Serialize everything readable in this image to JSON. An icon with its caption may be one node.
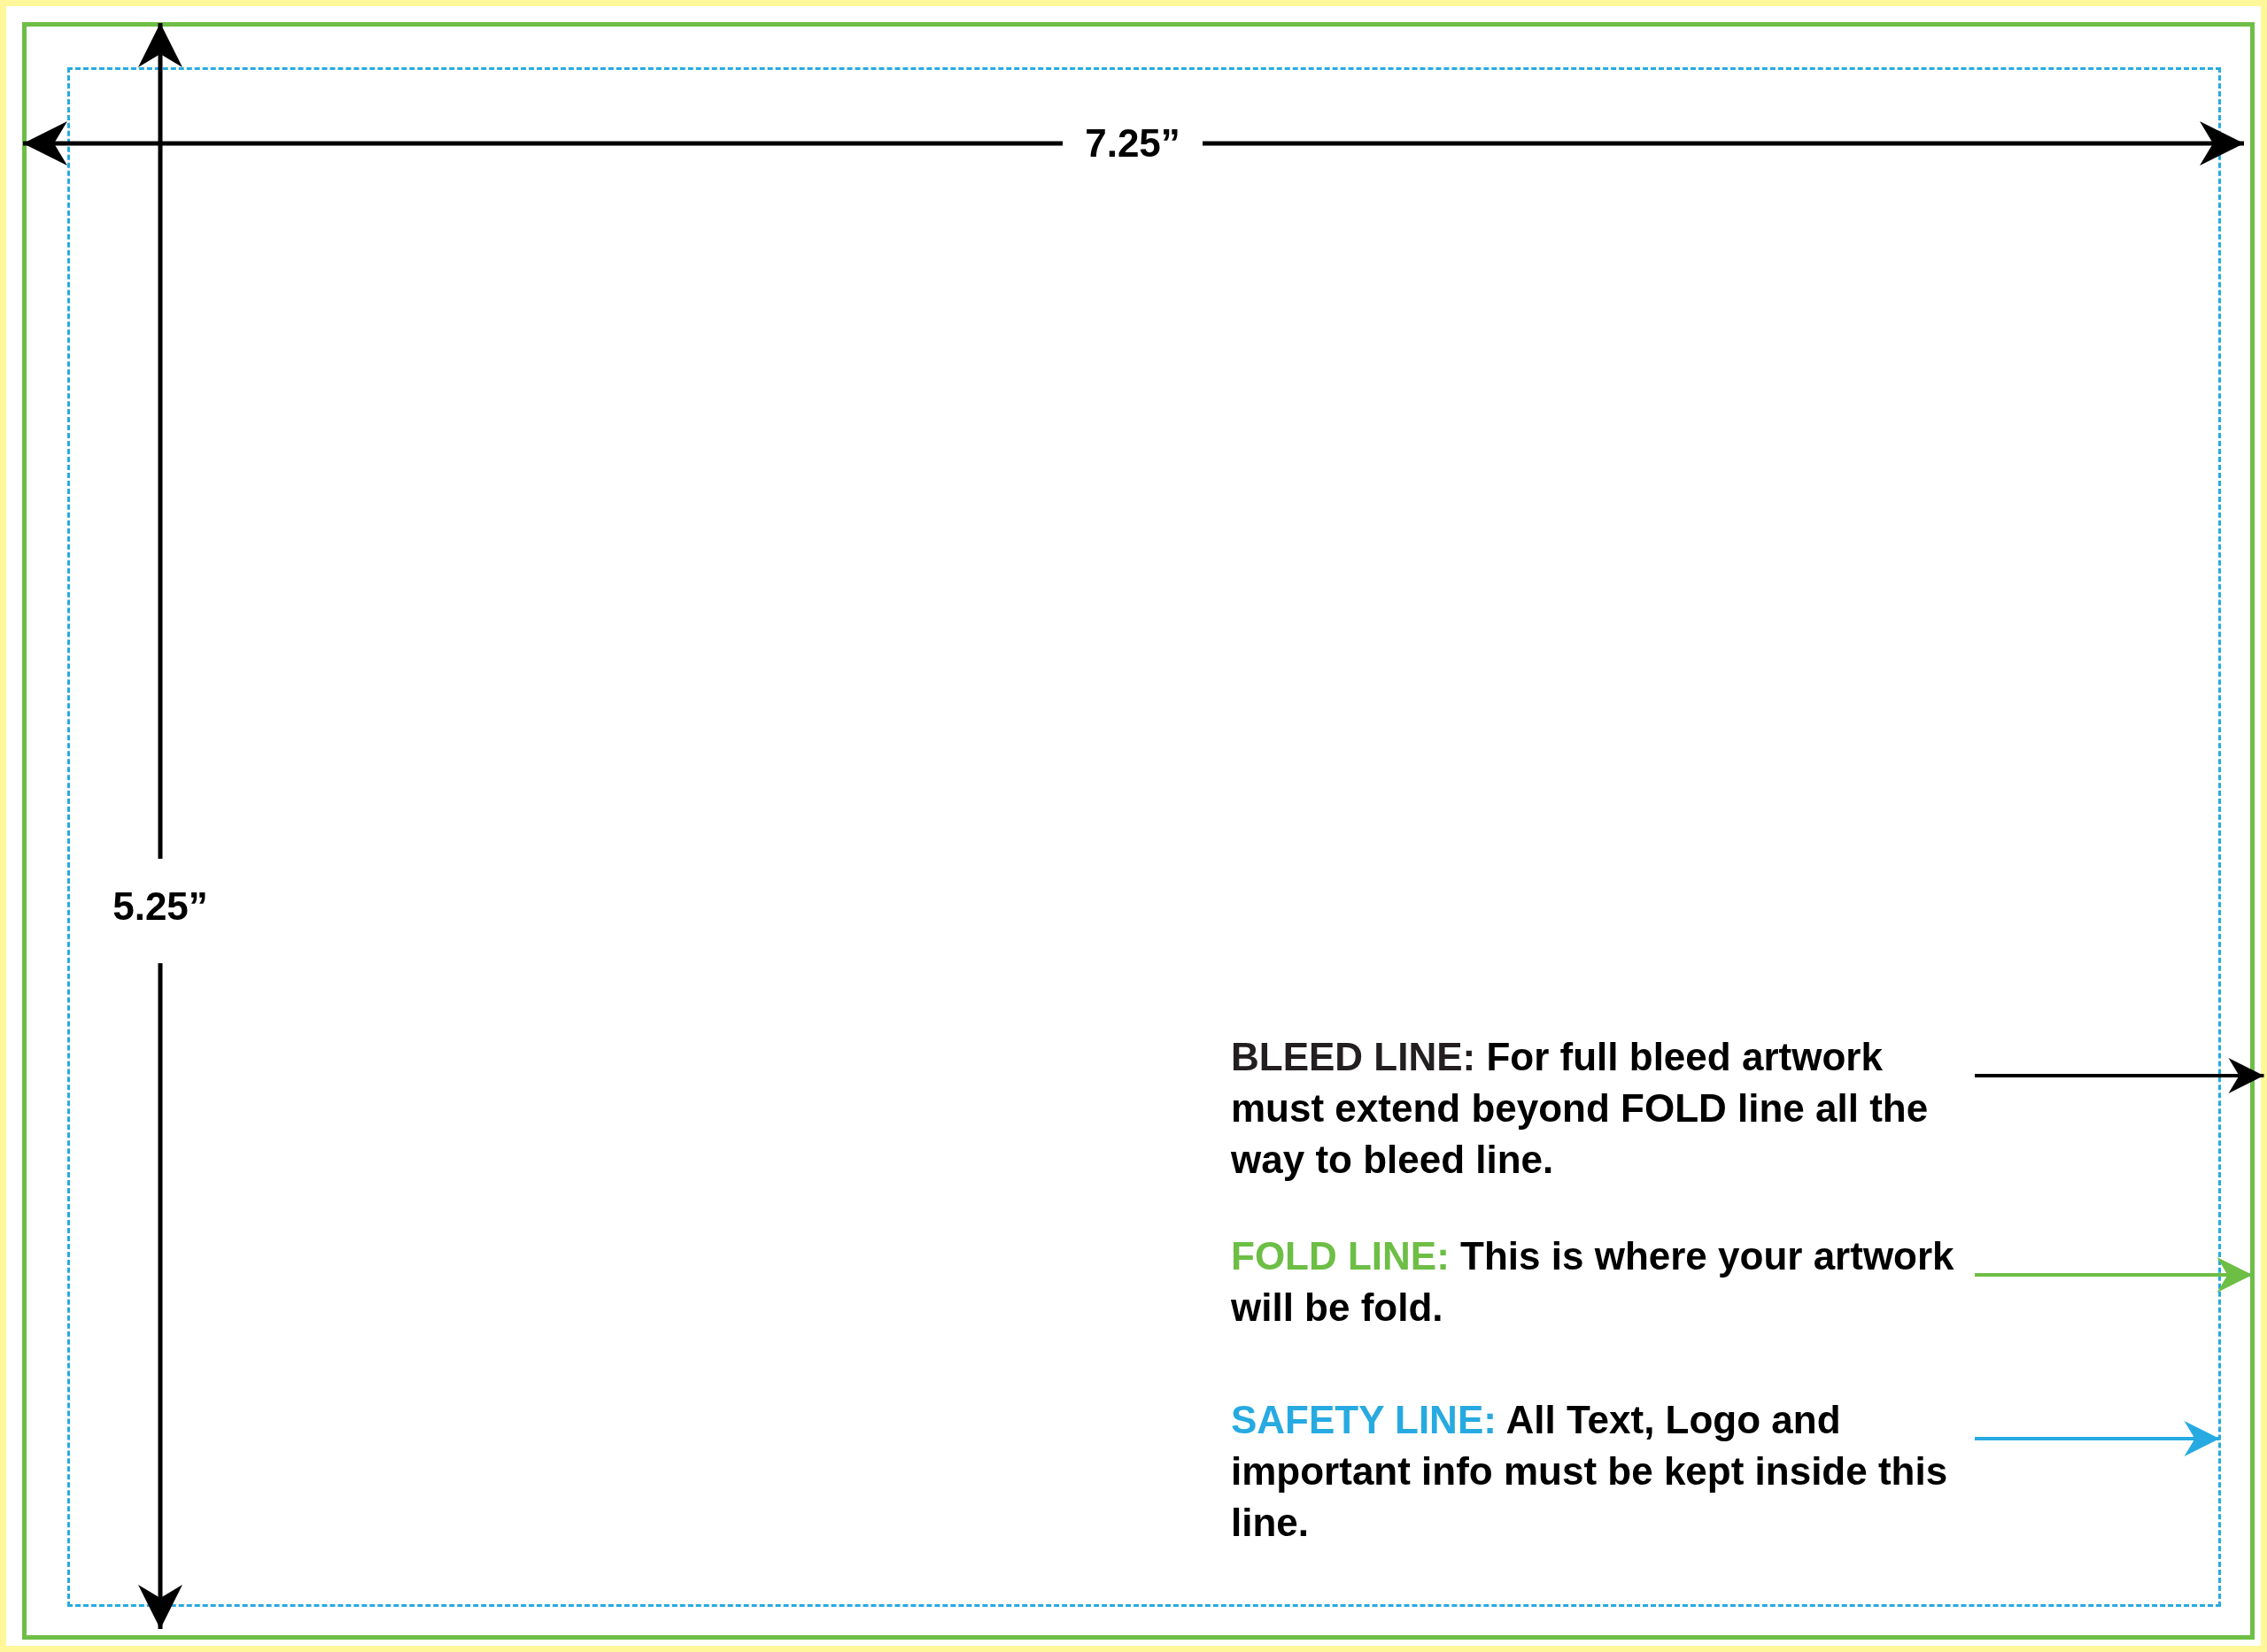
{
  "diagram": {
    "nodes": [
      {
        "text": [],
        "shape": "box"
      },
      {
        "text": [],
        "shape": "box",
        "in": 0
      },
      {
        "text": [],
        "shape": "box",
        "in": 1
      },
      {
        "text": [
          "BLEED LINE:",
          "For full bleed artwork must extend beyond FOLD line all the way to bleed line."
        ],
        "in": 2
      },
      {
        "text": [
          "FOLD LINE:",
          "This is where your artwork will be fold."
        ],
        "in": 2
      },
      {
        "text": [
          "SAFETY LINE:",
          "All Text, Logo and important info must be kept inside this line."
        ],
        "in": 2
      }
    ],
    "edges": [
      {
        "from": 3,
        "to": 0,
        "arrow": "to",
        "color": "#000000"
      },
      {
        "from": 4,
        "to": 1,
        "arrow": "to",
        "color": "#6dbe45"
      },
      {
        "from": 5,
        "to": 2,
        "arrow": "to",
        "color": "#27aae1"
      }
    ],
    "labels": [
      "7.25”",
      "5.25”"
    ]
  }
}
